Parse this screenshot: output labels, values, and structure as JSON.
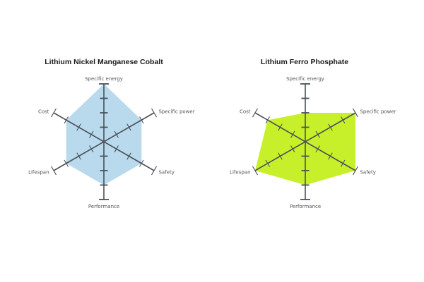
{
  "chart_data": [
    {
      "type": "radar",
      "title": "Lithium Nickel Manganese Cobalt",
      "axes": [
        "Specific energy",
        "Specific power",
        "Safety",
        "Performance",
        "Lifespan",
        "Cost"
      ],
      "values": [
        4,
        3,
        3,
        3,
        3,
        3
      ],
      "scale": [
        0,
        4
      ],
      "fill_color": "#b9d9ec",
      "center": [
        147,
        201
      ],
      "radius": 82
    },
    {
      "type": "radar",
      "title": "Lithium Ferro Phosphate",
      "axes": [
        "Specific energy",
        "Specific power",
        "Safety",
        "Performance",
        "Lifespan",
        "Cost"
      ],
      "values": [
        2,
        4,
        4,
        3,
        4,
        3
      ],
      "scale": [
        0,
        4
      ],
      "fill_color": "#c8f02a",
      "center": [
        432,
        201
      ],
      "radius": 82
    }
  ],
  "style": {
    "axis_color": "#4b5058"
  }
}
